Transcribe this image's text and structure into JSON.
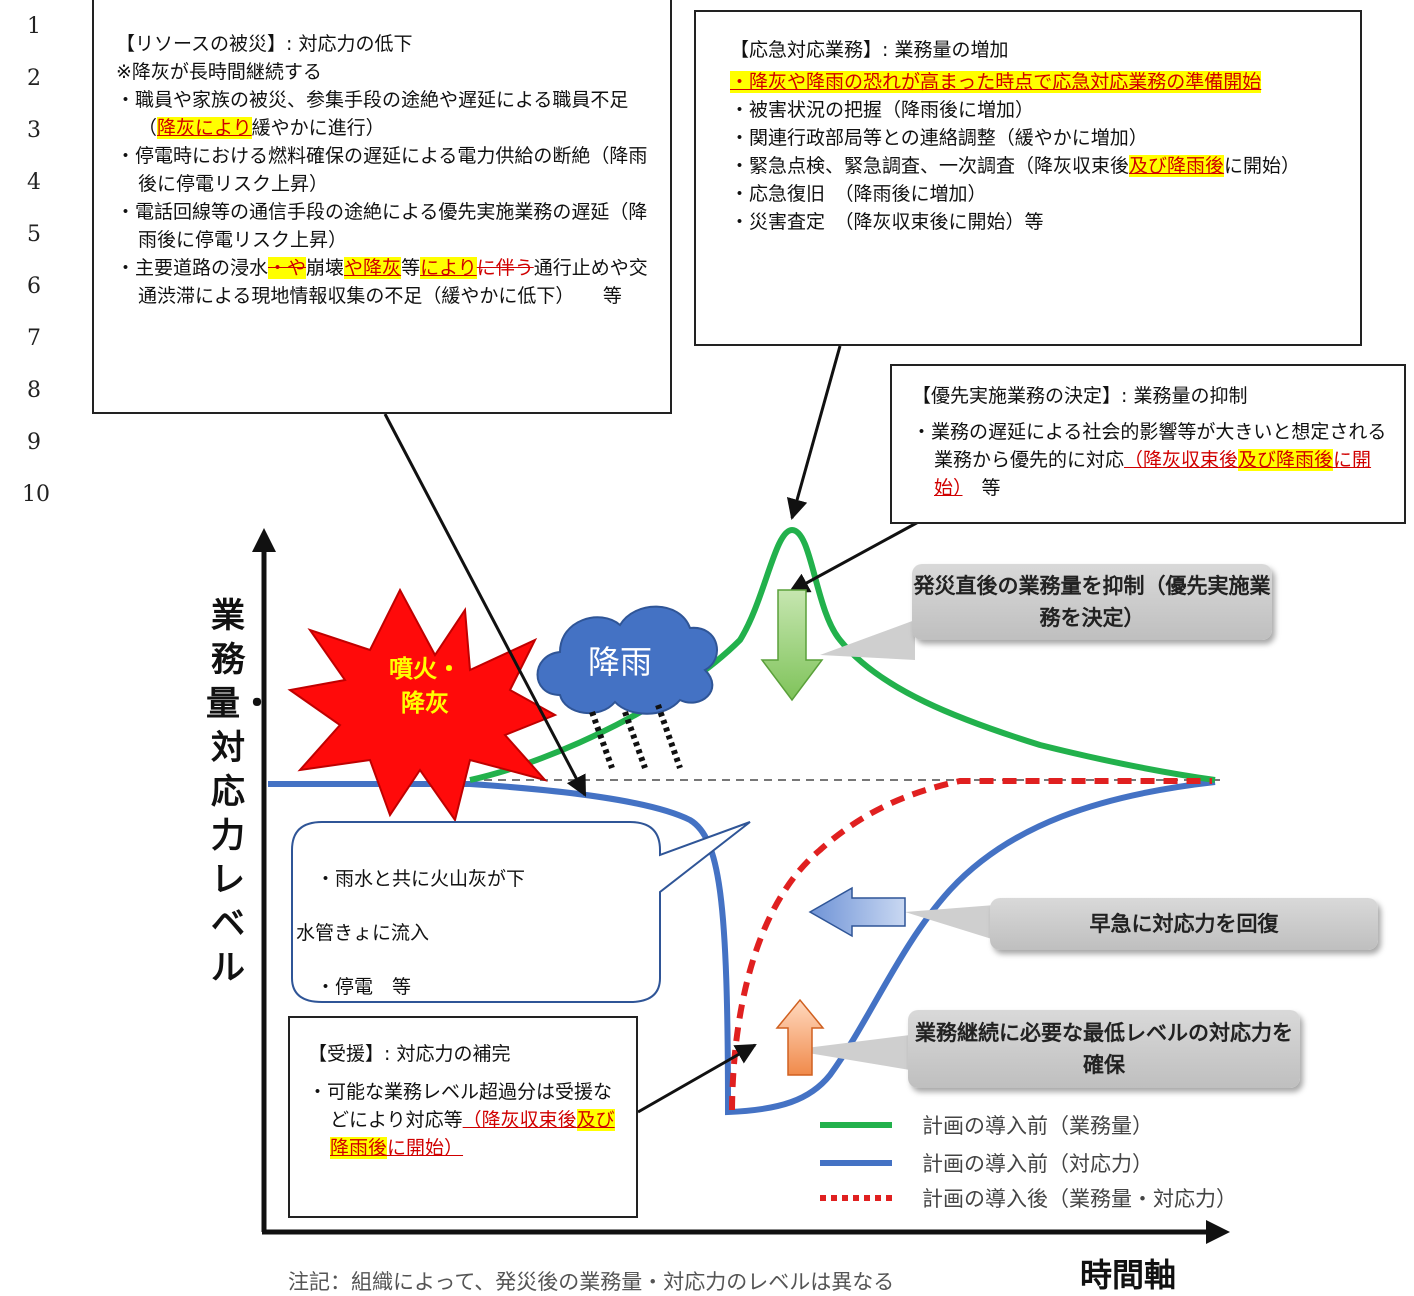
{
  "line_numbers": [
    "1",
    "2",
    "3",
    "4",
    "5",
    "6",
    "7",
    "8",
    "9",
    "10"
  ],
  "resources_box": {
    "title": "【リソースの被災】: 対応力の低下",
    "note": "※降灰が長時間継続する",
    "i1_a": "・職員や家族の被災、参集手段の途絶や遅延による職員不足（",
    "i1_hl": "降灰により",
    "i1_b": "緩やかに進行）",
    "i2": "・停電時における燃料確保の遅延による電力供給の断絶（降雨後に停電リスク上昇）",
    "i3": "・電話回線等の通信手段の途絶による優先実施業務の遅延（降雨後に停電リスク上昇）",
    "i4_a": "・主要道路の浸水",
    "i4_s1": "・や",
    "i4_b": "崩壊",
    "i4_hl1": "や降灰",
    "i4_c": "等",
    "i4_hl2": "により",
    "i4_s2": "に伴う",
    "i4_d": "通行止めや交通渋滞による現地情報収集の不足（緩やかに低下）　　等"
  },
  "emergency_box": {
    "title": "【応急対応業務】: 業務量の増加",
    "i1": "・降灰や降雨の恐れが高まった時点で応急対応業務の準備開始",
    "i2": "・被害状況の把握（降雨後に増加）",
    "i3": "・関連行政部局等との連絡調整（緩やかに増加）",
    "i4_a": "・緊急点検、緊急調査、一次調査（降灰収束後",
    "i4_hl1": "及び降雨",
    "i4_hl2": "後",
    "i4_b": "に開始）",
    "i5": "・応急復旧　（降雨後に増加）",
    "i6": "・災害査定　（降灰収束後に開始）等"
  },
  "priority_box": {
    "title": "【優先実施業務の決定】: 業務量の抑制",
    "i1_a": "・業務の遅延による社会的影響等が大きいと想定される業務から優先的に対応",
    "i1_r1": "（降灰収束後",
    "i1_hl": "及び降雨後",
    "i1_r2": "に開始）",
    "i1_b": "　等"
  },
  "support_box": {
    "title": "【受援】: 対応力の補完",
    "i1": "・可能な業務レベル超過分は受援などにより対応等",
    "i1_r1": "（降灰収束後",
    "i1_hl": "及び降雨後",
    "i1_r2": "に開始）"
  },
  "speech_bubble": {
    "l1": "・雨水と共に火山灰が下",
    "l2": "水管きょに流入",
    "l3": "・停電　等"
  },
  "eruption_label": "噴火・降灰",
  "rain_label": "降雨",
  "callouts": {
    "suppress": "発災直後の業務量を抑制（優先実施業務を決定）",
    "recover": "早急に対応力を回復",
    "minimum": "業務継続に必要な最低レベルの対応力を確保"
  },
  "y_axis_label": "業務量・対応力レベル",
  "x_axis_label": "時間軸",
  "footnote": "注記：組織によって、発災後の業務量・対応力のレベルは異なる",
  "legend": [
    {
      "label": "計画の導入前（業務量）",
      "color": "#22b14c",
      "style": "solid"
    },
    {
      "label": "計画の導入前（対応力）",
      "color": "#4472c4",
      "style": "solid"
    },
    {
      "label": "計画の導入後（業務量・対応力）",
      "color": "#e02020",
      "style": "dotted"
    }
  ]
}
